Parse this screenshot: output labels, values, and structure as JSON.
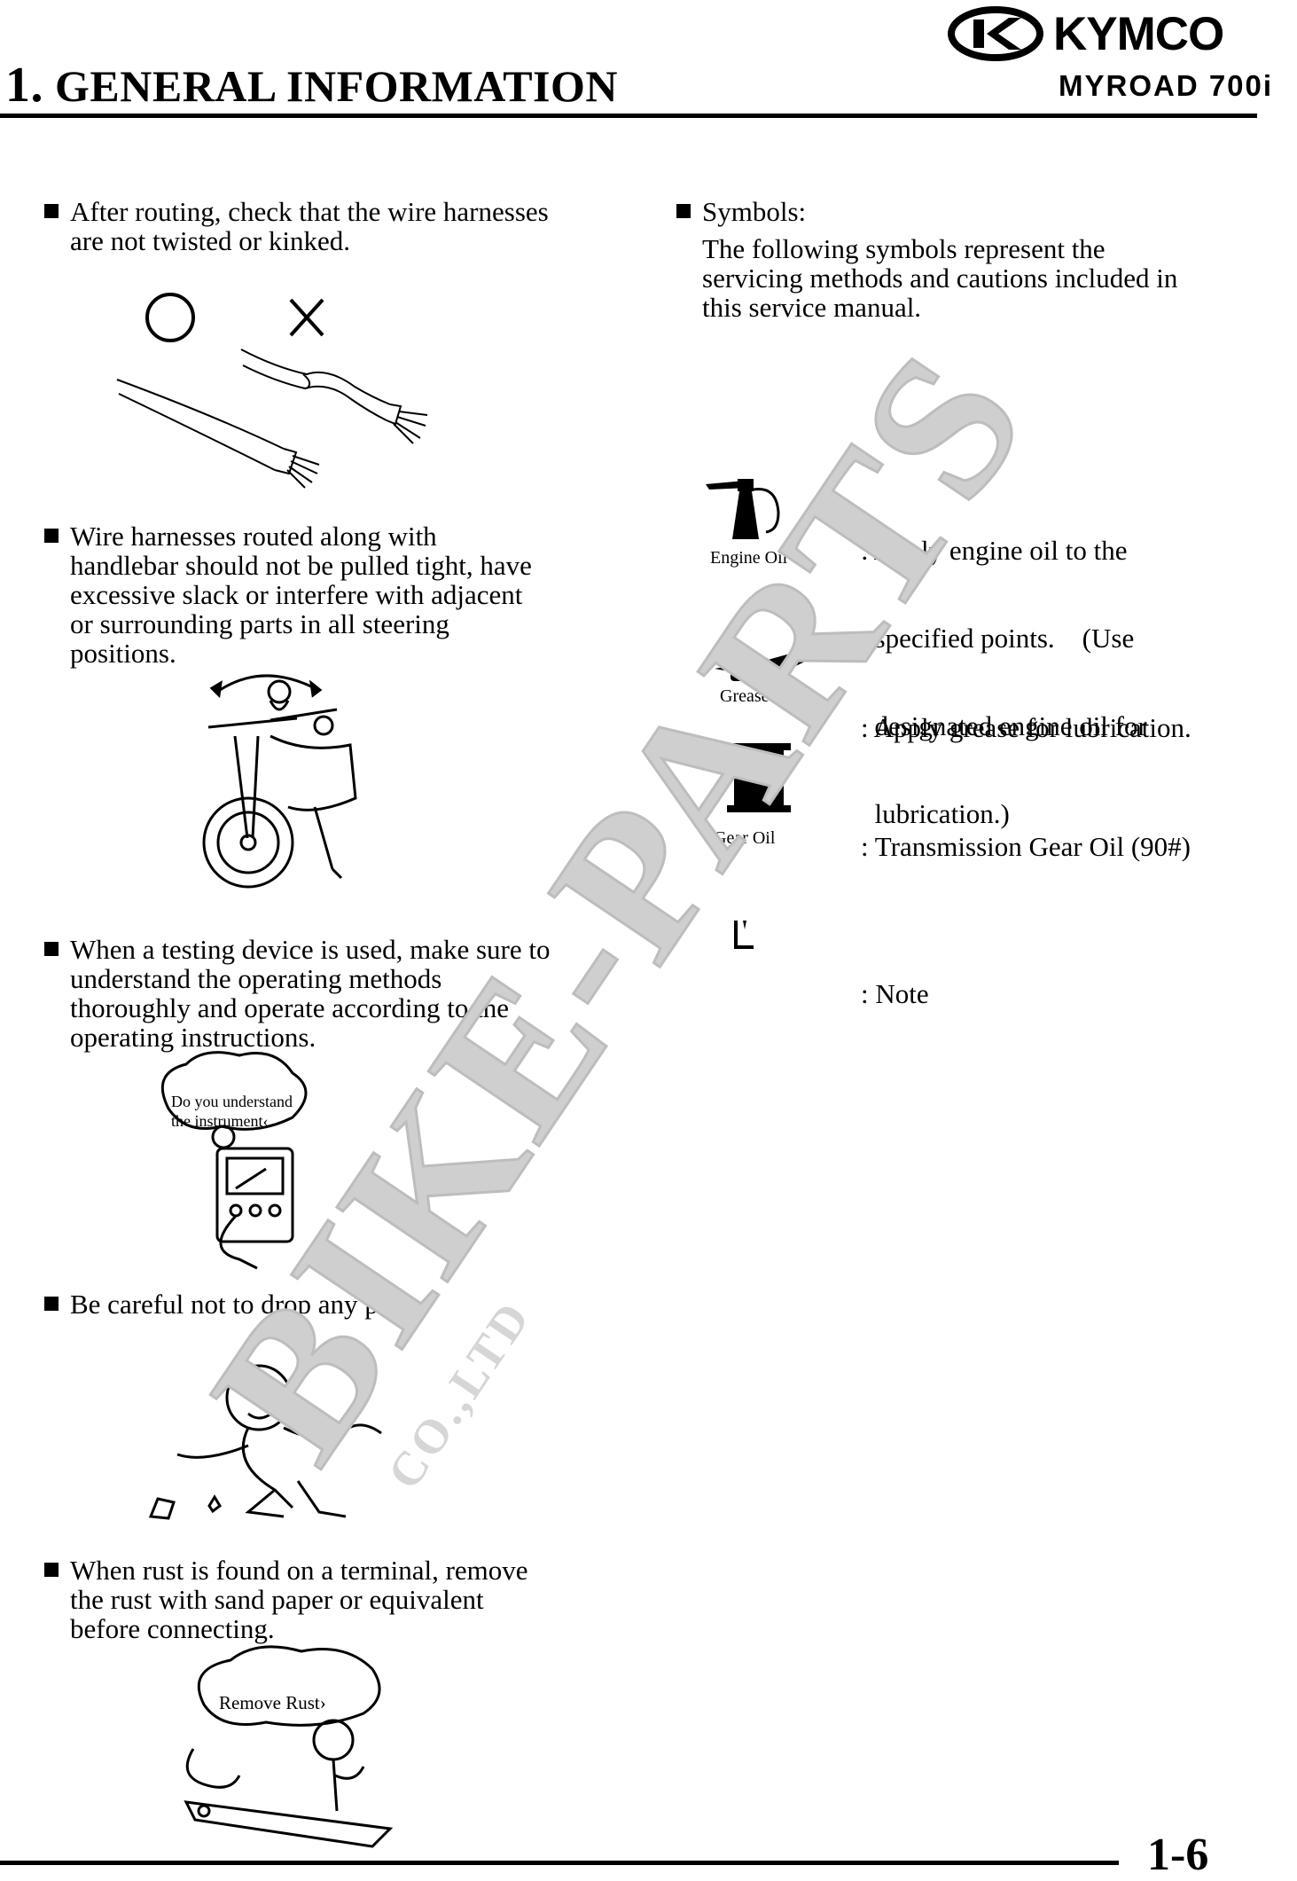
{
  "header": {
    "chapter_number": "1.",
    "chapter_title": "GENERAL INFORMATION",
    "brand": "KYMCO",
    "model": "MYROAD 700i"
  },
  "left_column": {
    "items": [
      {
        "text_lines": [
          "After routing, check that the wire harnesses",
          "are not twisted or kinked."
        ]
      },
      {
        "text_lines": [
          "Wire harnesses routed along with",
          "handlebar should not be pulled tight, have",
          "excessive slack or interfere with adjacent",
          "or surrounding parts in all steering",
          "positions."
        ]
      },
      {
        "text_lines": [
          "When a testing device is used, make sure to",
          "understand the operating methods",
          "thoroughly and operate according to the",
          "operating instructions."
        ],
        "bubble_lines": [
          "Do you understand",
          "the instrument‹"
        ]
      },
      {
        "text_lines": [
          "Be careful not to drop any parts."
        ]
      },
      {
        "text_lines": [
          "When rust is found on a terminal, remove",
          "the rust with sand paper or equivalent",
          "before connecting."
        ],
        "bubble_lines": [
          "Remove Rust›"
        ]
      }
    ]
  },
  "right_column": {
    "symbols_heading": "Symbols:",
    "intro_lines": [
      "The following symbols represent the",
      "servicing methods and cautions included in",
      "this service manual."
    ],
    "symbols": [
      {
        "label": "Engine Oil",
        "icon": "oil-can-icon",
        "desc_lines": [
          ": Apply engine oil to the",
          "  specified points.    (Use",
          "  designated engine oil for",
          "  lubrication.)"
        ]
      },
      {
        "label": "Grease",
        "icon": "grease-gun-icon",
        "desc_lines": [
          ": Apply grease for lubrication."
        ]
      },
      {
        "label": "Gear Oil",
        "icon": "gear-oil-container-icon",
        "desc_lines": [
          ": Transmission Gear Oil (90#)"
        ]
      },
      {
        "label": "",
        "icon": "note-icon",
        "desc_lines": [
          ": Note"
        ]
      }
    ]
  },
  "watermark": {
    "main": "BIKE-PARTS",
    "sub": "CO.,LTD"
  },
  "footer": {
    "page_number": "1-6"
  }
}
